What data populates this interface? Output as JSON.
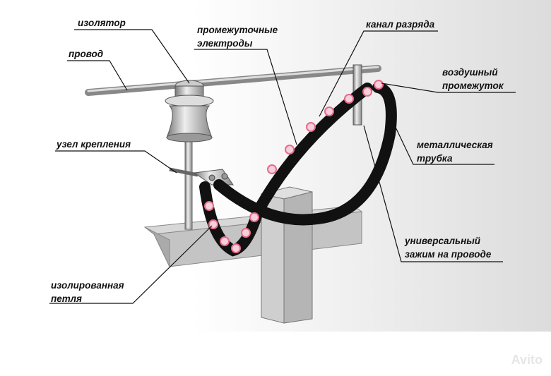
{
  "labels": {
    "insulator": "изолятор",
    "wire": "провод",
    "electrodes_1": "промежуточные",
    "electrodes_2": "электроды",
    "discharge_channel": "канал разряда",
    "air_gap_1": "воздушный",
    "air_gap_2": "промежуток",
    "metal_tube_1": "металлическая",
    "metal_tube_2": "трубка",
    "mount": "узел крепления",
    "clamp_1": "универсальный",
    "clamp_2": "зажим на проводе",
    "loop_1": "изолированная",
    "loop_2": "петля"
  },
  "watermark": "Avito",
  "colors": {
    "cable": "#111111",
    "electrode": "#e86a8a",
    "metal": "#b8b8b8"
  }
}
